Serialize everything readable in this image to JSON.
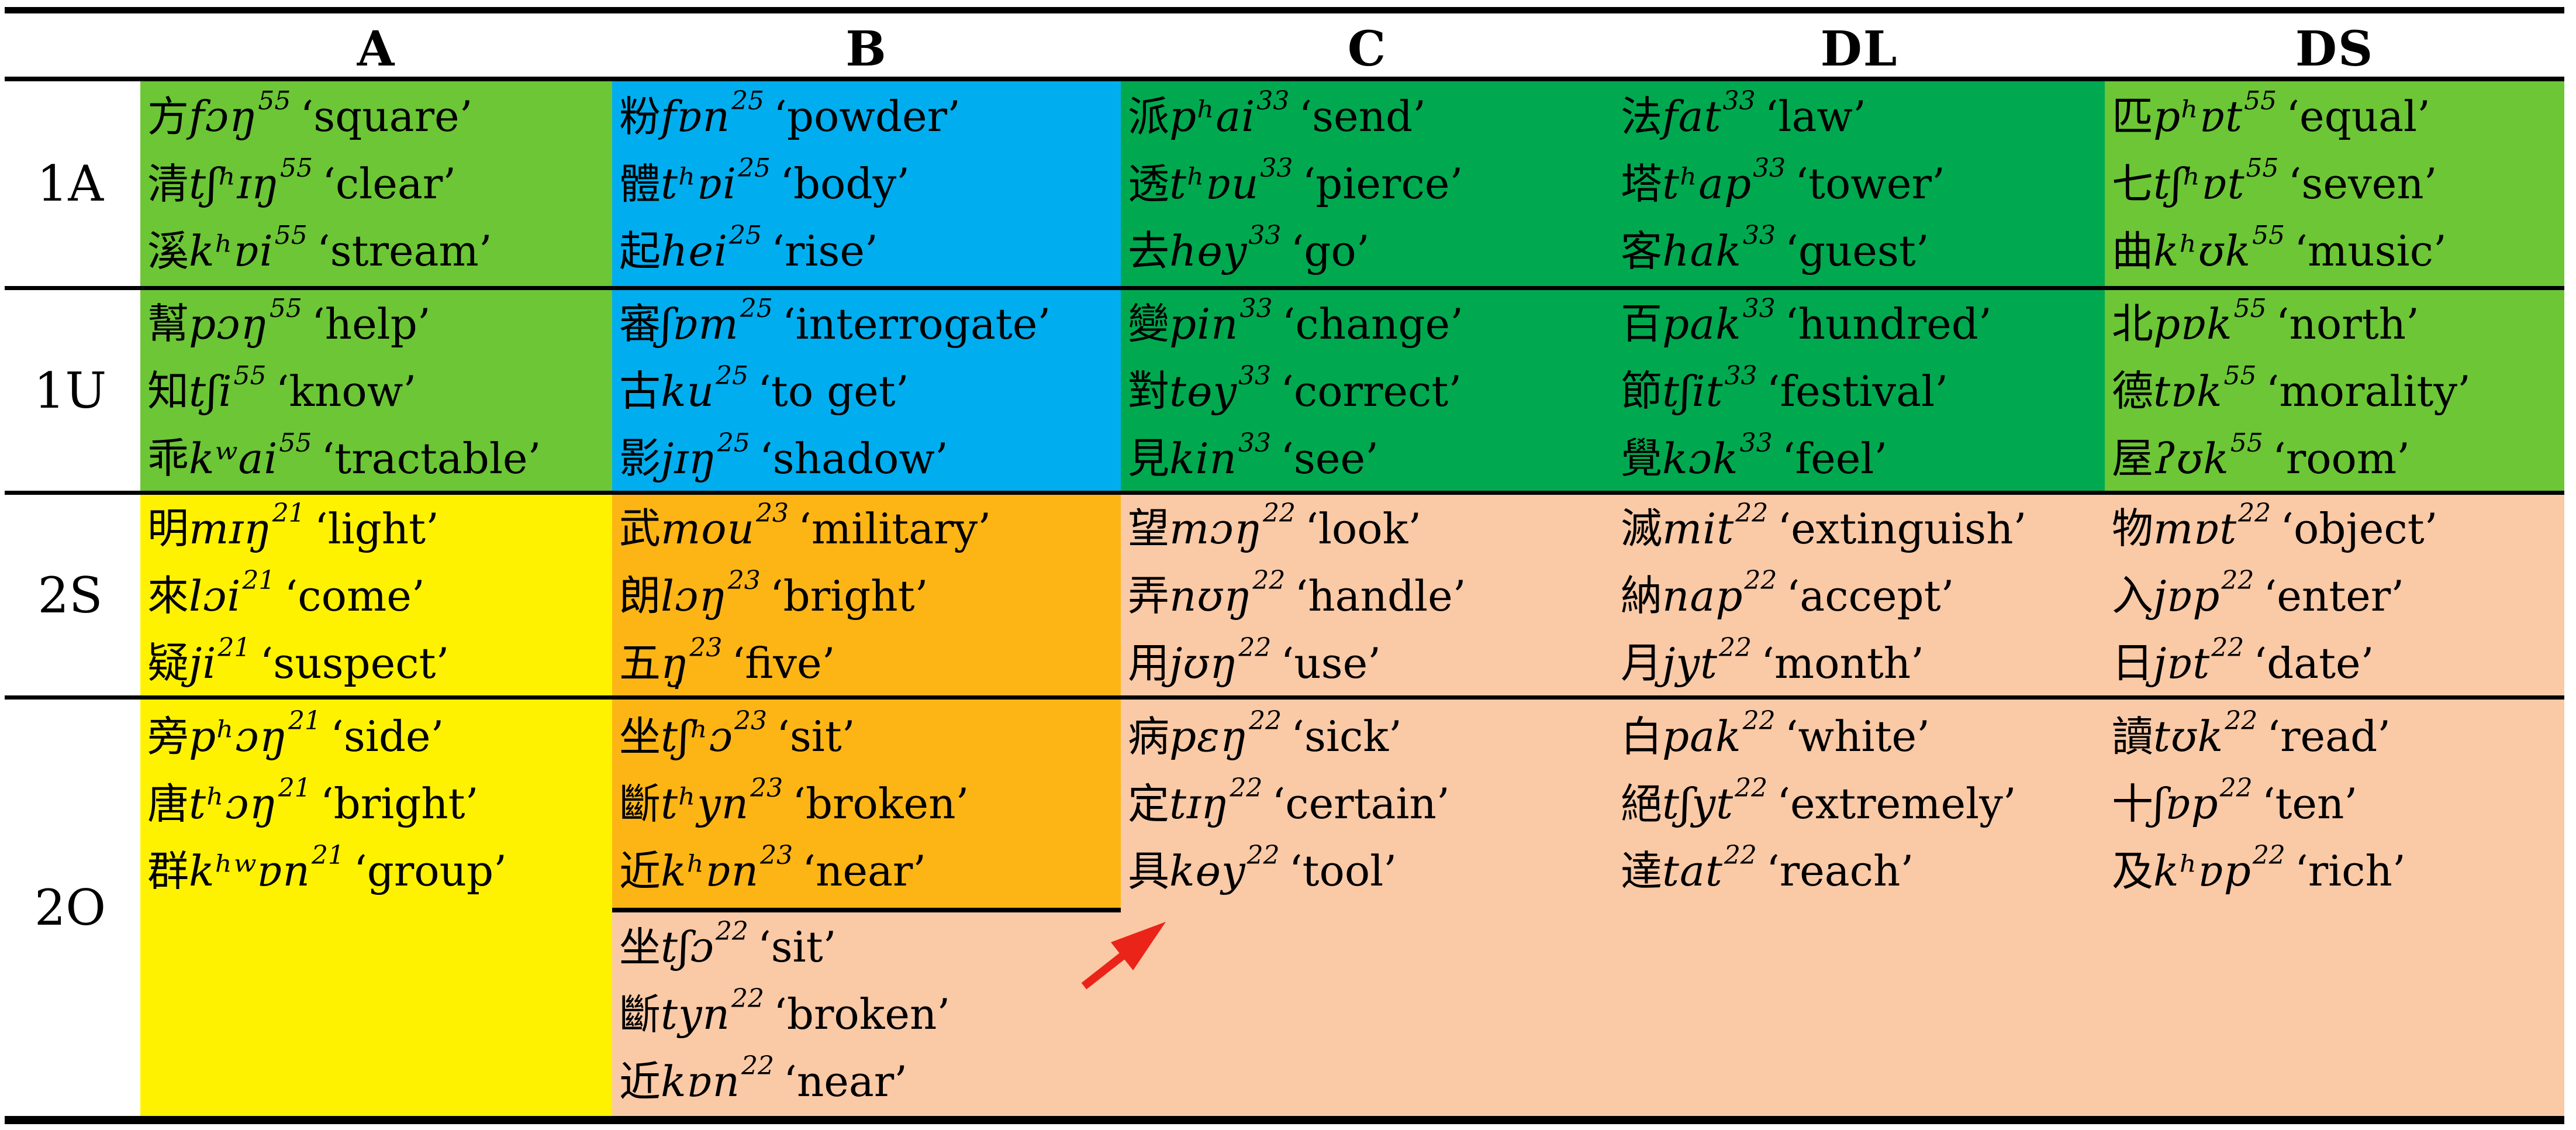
{
  "colors": {
    "light_green": "#6CC636",
    "dark_green": "#00A94F",
    "blue": "#00AEEF",
    "yellow": "#FFF200",
    "orange": "#FDB515",
    "peach": "#FAC9A6",
    "rule_black": "#000000",
    "arrow_red": "#EA2418"
  },
  "header": {
    "columns": [
      "A",
      "B",
      "C",
      "DL",
      "DS"
    ]
  },
  "rows": [
    {
      "label": "1A",
      "cells": [
        {
          "col": "A",
          "bg": "light_green",
          "entries": [
            {
              "han": "方",
              "ipa": "fɔŋ",
              "tone": "55",
              "gloss": "‘square’"
            },
            {
              "han": "清",
              "ipa": "tʃʰɪŋ",
              "tone": "55",
              "gloss": "‘clear’"
            },
            {
              "han": "溪",
              "ipa": "kʰɐi",
              "tone": "55",
              "gloss": "‘stream’"
            }
          ]
        },
        {
          "col": "B",
          "bg": "blue",
          "entries": [
            {
              "han": "粉",
              "ipa": "fɐn",
              "tone": "25",
              "gloss": "‘powder’"
            },
            {
              "han": "體",
              "ipa": "tʰɐi",
              "tone": "25",
              "gloss": "‘body’"
            },
            {
              "han": "起",
              "ipa": "hei",
              "tone": "25",
              "gloss": "‘rise’"
            }
          ]
        },
        {
          "col": "C",
          "bg": "dark_green",
          "entries": [
            {
              "han": "派",
              "ipa": "pʰai",
              "tone": "33",
              "gloss": "‘send’"
            },
            {
              "han": "透",
              "ipa": "tʰɐu",
              "tone": "33",
              "gloss": "‘pierce’"
            },
            {
              "han": "去",
              "ipa": "hɵy",
              "tone": "33",
              "gloss": "‘go’"
            }
          ]
        },
        {
          "col": "DL",
          "bg": "dark_green",
          "entries": [
            {
              "han": "法",
              "ipa": "fat",
              "tone": "33",
              "gloss": "‘law’"
            },
            {
              "han": "塔",
              "ipa": "tʰap",
              "tone": "33",
              "gloss": "‘tower’"
            },
            {
              "han": "客",
              "ipa": "hak",
              "tone": "33",
              "gloss": "‘guest’"
            }
          ]
        },
        {
          "col": "DS",
          "bg": "light_green",
          "entries": [
            {
              "han": "匹",
              "ipa": "pʰɐt",
              "tone": "55",
              "gloss": "‘equal’"
            },
            {
              "han": "七",
              "ipa": "tʃʰɐt",
              "tone": "55",
              "gloss": "‘seven’"
            },
            {
              "han": "曲",
              "ipa": "kʰʊk",
              "tone": "55",
              "gloss": "‘music’"
            }
          ]
        }
      ]
    },
    {
      "label": "1U",
      "cells": [
        {
          "col": "A",
          "bg": "light_green",
          "entries": [
            {
              "han": "幫",
              "ipa": "pɔŋ",
              "tone": "55",
              "gloss": "‘help’"
            },
            {
              "han": "知",
              "ipa": "tʃi",
              "tone": "55",
              "gloss": "‘know’"
            },
            {
              "han": "乖",
              "ipa": "kʷai",
              "tone": "55",
              "gloss": "‘tractable’"
            }
          ]
        },
        {
          "col": "B",
          "bg": "blue",
          "entries": [
            {
              "han": "審",
              "ipa": "ʃɐm",
              "tone": "25",
              "gloss": "‘interrogate’"
            },
            {
              "han": "古",
              "ipa": "ku",
              "tone": "25",
              "gloss": "‘to get’"
            },
            {
              "han": "影",
              "ipa": "jɪŋ",
              "tone": "25",
              "gloss": "‘shadow’"
            }
          ]
        },
        {
          "col": "C",
          "bg": "dark_green",
          "entries": [
            {
              "han": "變",
              "ipa": "pin",
              "tone": "33",
              "gloss": "‘change’"
            },
            {
              "han": "對",
              "ipa": "tɵy",
              "tone": "33",
              "gloss": "‘correct’"
            },
            {
              "han": "見",
              "ipa": "kin",
              "tone": "33",
              "gloss": "‘see’"
            }
          ]
        },
        {
          "col": "DL",
          "bg": "dark_green",
          "entries": [
            {
              "han": "百",
              "ipa": "pak",
              "tone": "33",
              "gloss": "‘hundred’"
            },
            {
              "han": "節",
              "ipa": "tʃit",
              "tone": "33",
              "gloss": "‘festival’"
            },
            {
              "han": "覺",
              "ipa": "kɔk",
              "tone": "33",
              "gloss": "‘feel’"
            }
          ]
        },
        {
          "col": "DS",
          "bg": "light_green",
          "entries": [
            {
              "han": "北",
              "ipa": "pɐk",
              "tone": "55",
              "gloss": "‘north’"
            },
            {
              "han": "德",
              "ipa": "tɐk",
              "tone": "55",
              "gloss": "‘morality’"
            },
            {
              "han": "屋",
              "ipa": "ʔʊk",
              "tone": "55",
              "gloss": "‘room’"
            }
          ]
        }
      ]
    },
    {
      "label": "2S",
      "cells": [
        {
          "col": "A",
          "bg": "yellow",
          "entries": [
            {
              "han": "明",
              "ipa": "mɪŋ",
              "tone": "21",
              "gloss": "‘light’"
            },
            {
              "han": "來",
              "ipa": "lɔi",
              "tone": "21",
              "gloss": "‘come’"
            },
            {
              "han": "疑",
              "ipa": "ji",
              "tone": "21",
              "gloss": "‘suspect’"
            }
          ]
        },
        {
          "col": "B",
          "bg": "orange",
          "entries": [
            {
              "han": "武",
              "ipa": "mou",
              "tone": "23",
              "gloss": "‘military’"
            },
            {
              "han": "朗",
              "ipa": "lɔŋ",
              "tone": "23",
              "gloss": "‘bright’"
            },
            {
              "han": "五",
              "ipa": "ŋ̩",
              "tone": "23",
              "gloss": "‘five’"
            }
          ]
        },
        {
          "col": "C",
          "bg": "peach",
          "entries": [
            {
              "han": "望",
              "ipa": "mɔŋ",
              "tone": "22",
              "gloss": "‘look’"
            },
            {
              "han": "弄",
              "ipa": "nʊŋ",
              "tone": "22",
              "gloss": "‘handle’"
            },
            {
              "han": "用",
              "ipa": "jʊŋ",
              "tone": "22",
              "gloss": "‘use’"
            }
          ]
        },
        {
          "col": "DL",
          "bg": "peach",
          "entries": [
            {
              "han": "滅",
              "ipa": "mit",
              "tone": "22",
              "gloss": "‘extinguish’"
            },
            {
              "han": "納",
              "ipa": "nap",
              "tone": "22",
              "gloss": "‘accept’"
            },
            {
              "han": "月",
              "ipa": "jyt",
              "tone": "22",
              "gloss": "‘month’"
            }
          ]
        },
        {
          "col": "DS",
          "bg": "peach",
          "entries": [
            {
              "han": "物",
              "ipa": "mɐt",
              "tone": "22",
              "gloss": "‘object’"
            },
            {
              "han": "入",
              "ipa": "jɐp",
              "tone": "22",
              "gloss": "‘enter’"
            },
            {
              "han": "日",
              "ipa": "jɐt",
              "tone": "22",
              "gloss": "‘date’"
            }
          ]
        }
      ]
    },
    {
      "label": "2O",
      "cells": [
        {
          "col": "A",
          "bg": "yellow",
          "top_band": true,
          "entries": [
            {
              "han": "旁",
              "ipa": "pʰɔŋ",
              "tone": "21",
              "gloss": "‘side’"
            },
            {
              "han": "唐",
              "ipa": "tʰɔŋ",
              "tone": "21",
              "gloss": "‘bright’"
            },
            {
              "han": "群",
              "ipa": "kʰʷɐn",
              "tone": "21",
              "gloss": "‘group’"
            }
          ]
        },
        {
          "col": "B",
          "sections": [
            {
              "bg": "orange",
              "entries": [
                {
                  "han": "坐",
                  "ipa": "tʃʰɔ",
                  "tone": "23",
                  "gloss": "‘sit’"
                },
                {
                  "han": "斷",
                  "ipa": "tʰyn",
                  "tone": "23",
                  "gloss": "‘broken’"
                },
                {
                  "han": "近",
                  "ipa": "kʰɐn",
                  "tone": "23",
                  "gloss": "‘near’"
                }
              ]
            },
            {
              "bg": "peach",
              "entries": [
                {
                  "han": "坐",
                  "ipa": "tʃɔ",
                  "tone": "22",
                  "gloss": "‘sit’"
                },
                {
                  "han": "斷",
                  "ipa": "tyn",
                  "tone": "22",
                  "gloss": "‘broken’"
                },
                {
                  "han": "近",
                  "ipa": "kɐn",
                  "tone": "22",
                  "gloss": "‘near’"
                }
              ]
            }
          ]
        },
        {
          "col": "C",
          "bg": "peach",
          "top_band": true,
          "entries": [
            {
              "han": "病",
              "ipa": "pɛŋ",
              "tone": "22",
              "gloss": "‘sick’"
            },
            {
              "han": "定",
              "ipa": "tɪŋ",
              "tone": "22",
              "gloss": "‘certain’"
            },
            {
              "han": "具",
              "ipa": "kɵy",
              "tone": "22",
              "gloss": "‘tool’"
            }
          ]
        },
        {
          "col": "DL",
          "bg": "peach",
          "top_band": true,
          "entries": [
            {
              "han": "白",
              "ipa": "pak",
              "tone": "22",
              "gloss": "‘white’"
            },
            {
              "han": "絕",
              "ipa": "tʃyt",
              "tone": "22",
              "gloss": "‘extremely’"
            },
            {
              "han": "達",
              "ipa": "tat",
              "tone": "22",
              "gloss": "‘reach’"
            }
          ]
        },
        {
          "col": "DS",
          "bg": "peach",
          "top_band": true,
          "entries": [
            {
              "han": "讀",
              "ipa": "tʊk",
              "tone": "22",
              "gloss": "‘read’"
            },
            {
              "han": "十",
              "ipa": "ʃɐp",
              "tone": "22",
              "gloss": "‘ten’"
            },
            {
              "han": "及",
              "ipa": "kʰɐp",
              "tone": "22",
              "gloss": "‘rich’"
            }
          ]
        }
      ]
    }
  ],
  "annotations": {
    "red_arrow_icon": "arrow-pointing-upper-right"
  }
}
